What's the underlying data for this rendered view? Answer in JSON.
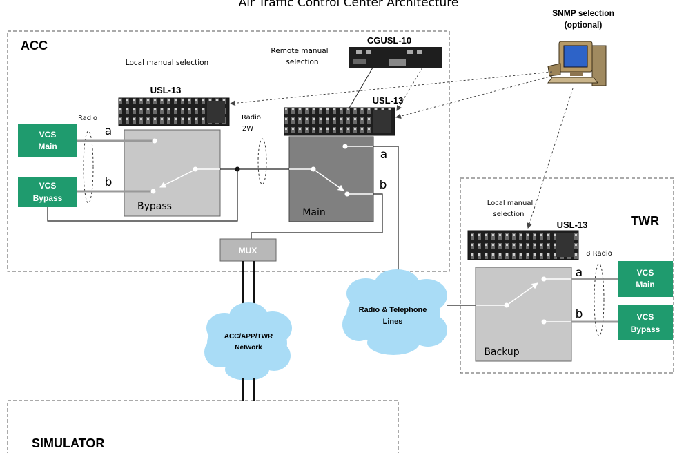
{
  "title": "Air Traffic Control Center Architecture",
  "snmp": {
    "line1": "SNMP selection",
    "line2": "(optional)"
  },
  "acc": {
    "label": "ACC",
    "local_manual": "Local manual selection",
    "remote_manual_1": "Remote manual",
    "remote_manual_2": "selection",
    "cgusl": "CGUSL-10",
    "usl_bypass": "USL-13",
    "usl_main": "USL-13",
    "radio_left": "Radio",
    "radio_2w_1": "Radio",
    "radio_2w_2": "2W",
    "vcs_main_1": "VCS",
    "vcs_main_2": "Main",
    "vcs_bypass_1": "VCS",
    "vcs_bypass_2": "Bypass",
    "port_a_left": "a",
    "port_b_left": "b",
    "port_a_main": "a",
    "port_b_main": "b",
    "bypass_label": "Bypass",
    "main_label": "Main"
  },
  "mux": "MUX",
  "network": {
    "line1": "ACC/APP/TWR",
    "line2": "Network"
  },
  "lines": {
    "line1": "Radio & Telephone",
    "line2": "Lines"
  },
  "twr": {
    "label": "TWR",
    "local_manual_1": "Local manual",
    "local_manual_2": "selection",
    "usl": "USL-13",
    "radio": "8 Radio",
    "port_a": "a",
    "port_b": "b",
    "vcs_main_1": "VCS",
    "vcs_main_2": "Main",
    "vcs_bypass_1": "VCS",
    "vcs_bypass_2": "Bypass",
    "backup_label": "Backup"
  },
  "simulator": "SIMULATOR",
  "colors": {
    "vcs_green": "#1f9b6e",
    "bypass_gray": "#c8c8c8",
    "main_gray": "#808080",
    "mux_gray": "#b8b8b8",
    "cloud_blue": "#a9dcf6",
    "rack_dark": "#1e1e1e"
  }
}
